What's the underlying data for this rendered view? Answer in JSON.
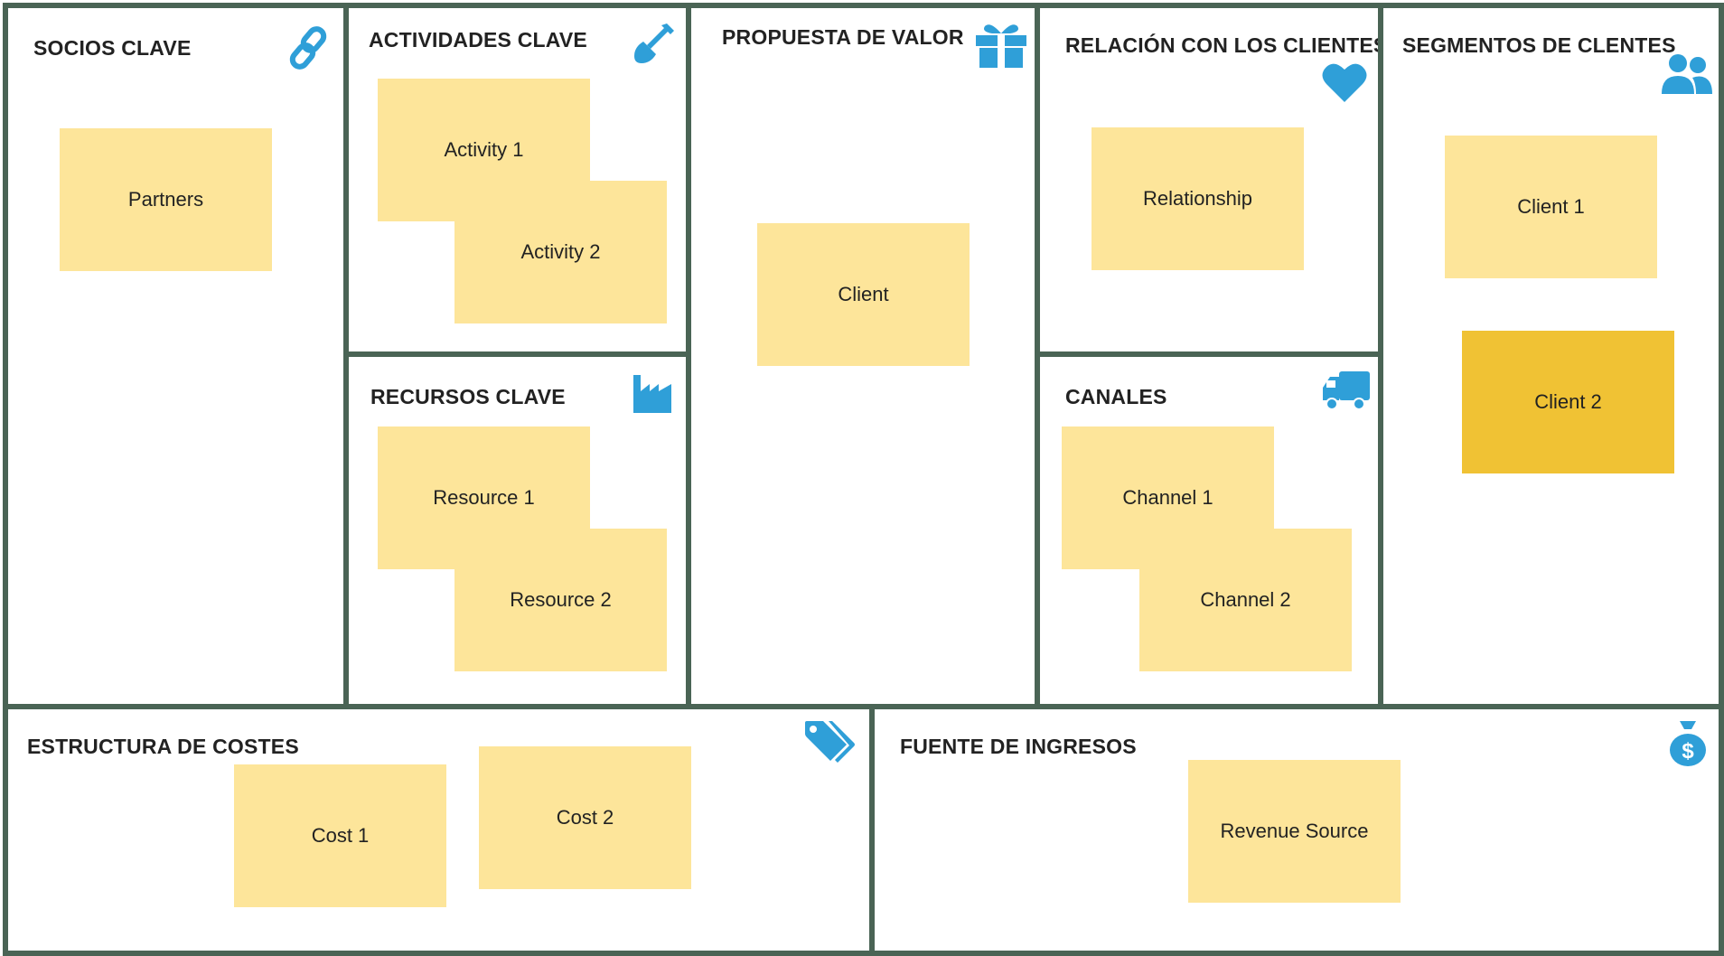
{
  "colors": {
    "border": "#4a6455",
    "icon": "#2f9fd8",
    "note": "#fde59a",
    "note_highlight": "#f0c234"
  },
  "blocks": {
    "partners": {
      "title": "SOCIOS CLAVE",
      "icon": "link-icon",
      "notes": [
        "Partners"
      ]
    },
    "activities": {
      "title": "ACTIVIDADES CLAVE",
      "icon": "shovel-icon",
      "notes": [
        "Activity 1",
        "Activity 2"
      ]
    },
    "resources": {
      "title": "RECURSOS CLAVE",
      "icon": "factory-icon",
      "notes": [
        "Resource 1",
        "Resource 2"
      ]
    },
    "value": {
      "title": "PROPUESTA DE VALOR",
      "icon": "gift-icon",
      "notes": [
        "Client"
      ]
    },
    "relationship": {
      "title": "RELACIÓN CON LOS CLIENTES",
      "icon": "heart-icon",
      "notes": [
        "Relationship"
      ]
    },
    "channels": {
      "title": "CANALES",
      "icon": "truck-icon",
      "notes": [
        "Channel 1",
        "Channel 2"
      ]
    },
    "segments": {
      "title": "SEGMENTOS DE CLENTES",
      "icon": "users-icon",
      "notes": [
        "Client 1",
        "Client 2"
      ]
    },
    "costs": {
      "title": "ESTRUCTURA DE COSTES",
      "icon": "tags-icon",
      "notes": [
        "Cost 1",
        "Cost 2"
      ]
    },
    "revenue": {
      "title": "FUENTE DE INGRESOS",
      "icon": "money-bag-icon",
      "notes": [
        "Revenue Source"
      ]
    }
  }
}
